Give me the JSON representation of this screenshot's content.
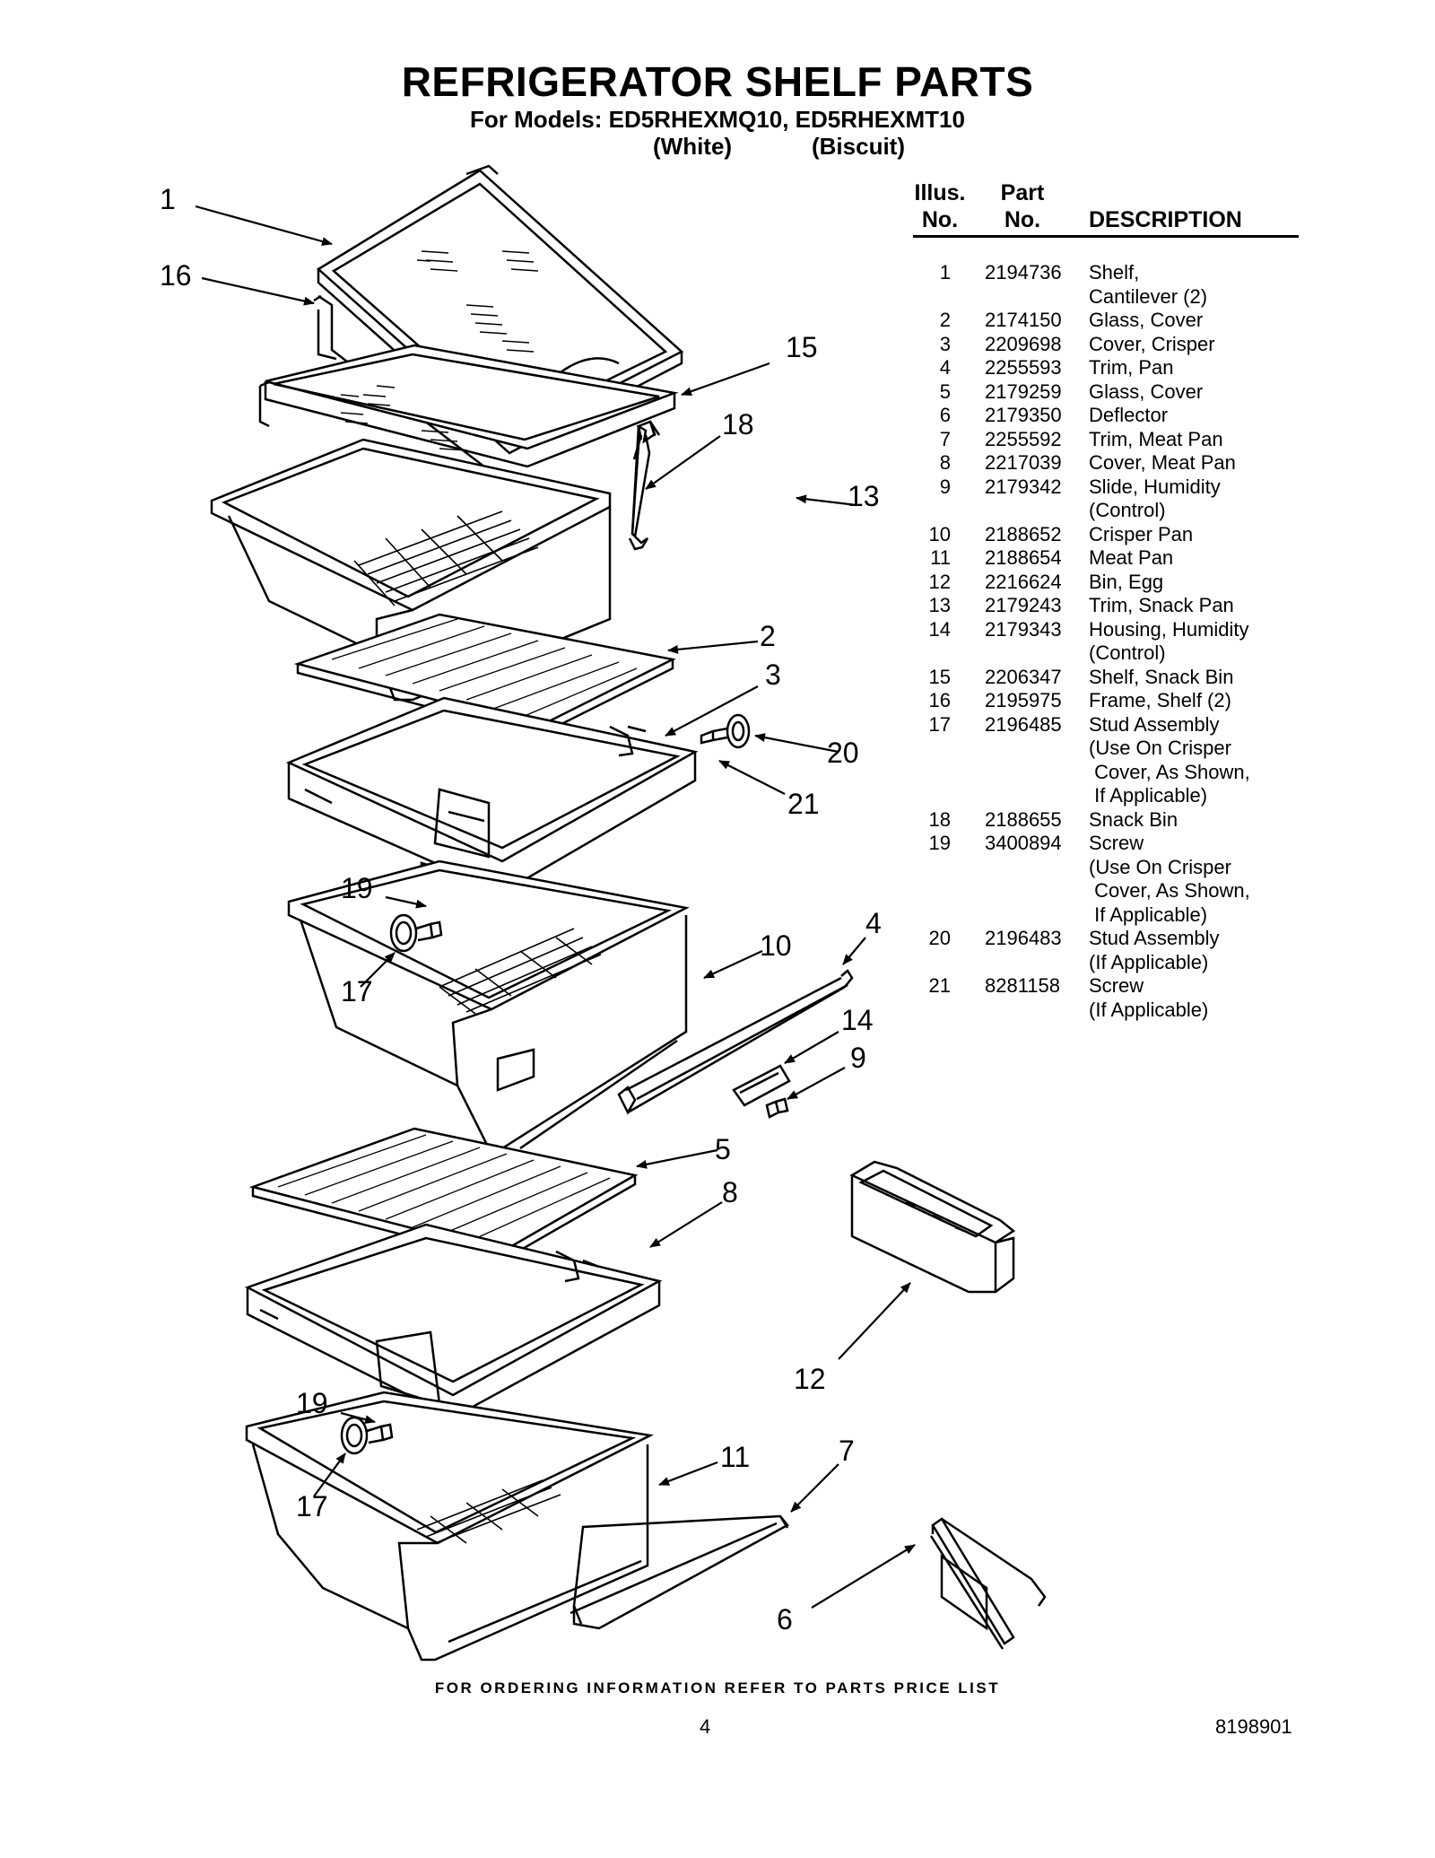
{
  "header": {
    "title": "REFRIGERATOR SHELF PARTS",
    "models_line": "For Models: ED5RHEXMQ10, ED5RHEXMT10",
    "color_1": "(White)",
    "color_2": "(Biscuit)"
  },
  "table": {
    "col_illus_1": "Illus.",
    "col_illus_2": "No.",
    "col_part_1": "Part",
    "col_part_2": "No.",
    "col_desc": "DESCRIPTION",
    "rows": [
      {
        "illus": "1",
        "part": "2194736",
        "desc": "Shelf,\nCantilever (2)"
      },
      {
        "illus": "2",
        "part": "2174150",
        "desc": "Glass, Cover"
      },
      {
        "illus": "3",
        "part": "2209698",
        "desc": "Cover, Crisper"
      },
      {
        "illus": "4",
        "part": "2255593",
        "desc": "Trim, Pan"
      },
      {
        "illus": "5",
        "part": "2179259",
        "desc": "Glass, Cover"
      },
      {
        "illus": "6",
        "part": "2179350",
        "desc": "Deflector"
      },
      {
        "illus": "7",
        "part": "2255592",
        "desc": "Trim, Meat Pan"
      },
      {
        "illus": "8",
        "part": "2217039",
        "desc": "Cover, Meat Pan"
      },
      {
        "illus": "9",
        "part": "2179342",
        "desc": "Slide, Humidity\n(Control)"
      },
      {
        "illus": "10",
        "part": "2188652",
        "desc": "Crisper Pan"
      },
      {
        "illus": "11",
        "part": "2188654",
        "desc": "Meat Pan"
      },
      {
        "illus": "12",
        "part": "2216624",
        "desc": "Bin, Egg"
      },
      {
        "illus": "13",
        "part": "2179243",
        "desc": "Trim, Snack Pan"
      },
      {
        "illus": "14",
        "part": "2179343",
        "desc": "Housing, Humidity\n(Control)"
      },
      {
        "illus": "15",
        "part": "2206347",
        "desc": "Shelf, Snack Bin"
      },
      {
        "illus": "16",
        "part": "2195975",
        "desc": "Frame, Shelf (2)"
      },
      {
        "illus": "17",
        "part": "2196485",
        "desc": "Stud Assembly\n(Use On Crisper\n Cover, As Shown,\n If Applicable)"
      },
      {
        "illus": "18",
        "part": "2188655",
        "desc": "Snack Bin"
      },
      {
        "illus": "19",
        "part": "3400894",
        "desc": "Screw\n(Use On Crisper\n Cover, As Shown,\n If Applicable)"
      },
      {
        "illus": "20",
        "part": "2196483",
        "desc": "Stud Assembly\n(If Applicable)"
      },
      {
        "illus": "21",
        "part": "8281158",
        "desc": "Screw\n(If Applicable)"
      }
    ]
  },
  "callouts": {
    "c1": "1",
    "c16": "16",
    "c15": "15",
    "c18": "18",
    "c13": "13",
    "c2": "2",
    "c3": "3",
    "c20": "20",
    "c21": "21",
    "c19a": "19",
    "c17a": "17",
    "c10": "10",
    "c4": "4",
    "c14": "14",
    "c9": "9",
    "c5": "5",
    "c8": "8",
    "c12": "12",
    "c19b": "19",
    "c17b": "17",
    "c11": "11",
    "c7": "7",
    "c6": "6"
  },
  "footer": {
    "ordering": "FOR ORDERING INFORMATION REFER TO PARTS PRICE LIST",
    "page": "4",
    "doc_number": "8198901"
  }
}
